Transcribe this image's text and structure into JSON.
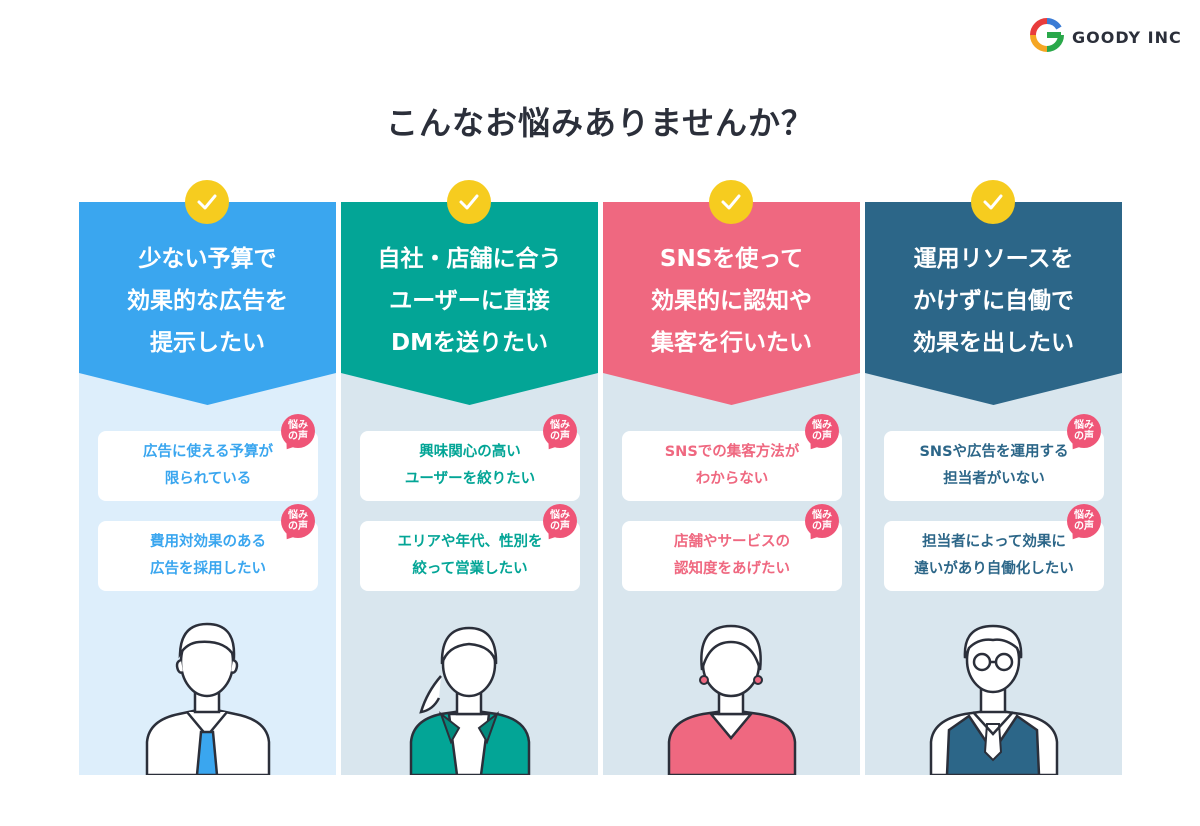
{
  "brand": {
    "name": "GOODY INC",
    "logo_icon": "goody-g-logo-icon"
  },
  "title": "こんなお悩みありませんか？",
  "badge_label_line1": "悩み",
  "badge_label_line2": "の声",
  "colors": {
    "blue": "#3aa6ef",
    "teal": "#03a596",
    "pink": "#ef6880",
    "navy": "#2c6688",
    "check": "#f6cc1f",
    "badge": "#ef5577"
  },
  "columns": [
    {
      "banner_lines": [
        "少ない予算で",
        "効果的な広告を",
        "提示したい"
      ],
      "cards": [
        {
          "lines": [
            "広告に使える予算が",
            "限られている"
          ]
        },
        {
          "lines": [
            "費用対効果のある",
            "広告を採用したい"
          ]
        }
      ]
    },
    {
      "banner_lines": [
        "自社・店舗に合う",
        "ユーザーに直接",
        "DMを送りたい"
      ],
      "cards": [
        {
          "lines": [
            "興味関心の高い",
            "ユーザーを絞りたい"
          ]
        },
        {
          "lines": [
            "エリアや年代、性別を",
            "絞って営業したい"
          ]
        }
      ]
    },
    {
      "banner_lines": [
        "SNSを使って",
        "効果的に認知や",
        "集客を行いたい"
      ],
      "cards": [
        {
          "lines": [
            "SNSでの集客方法が",
            "わからない"
          ]
        },
        {
          "lines": [
            "店舗やサービスの",
            "認知度をあげたい"
          ]
        }
      ]
    },
    {
      "banner_lines": [
        "運用リソースを",
        "かけずに自働で",
        "効果を出したい"
      ],
      "cards": [
        {
          "lines": [
            "SNSや広告を運用する",
            "担当者がいない"
          ]
        },
        {
          "lines": [
            "担当者によって効果に",
            "違いがあり自働化したい"
          ]
        }
      ]
    }
  ]
}
